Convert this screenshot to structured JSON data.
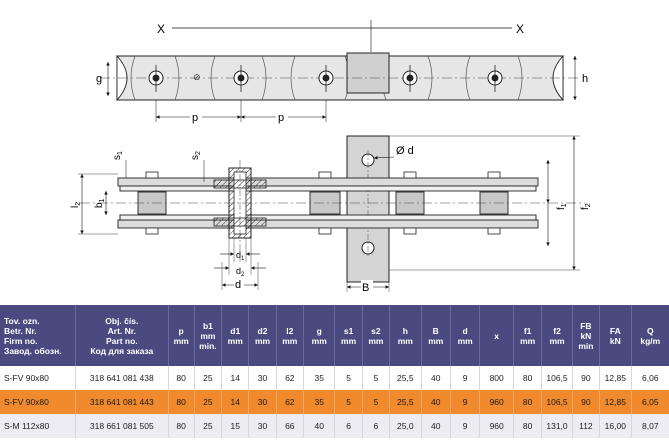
{
  "drawing": {
    "labels": {
      "x_left": "X",
      "x_right": "X",
      "g": "g",
      "h": "h",
      "p_left": "p",
      "p_right": "p",
      "s1": "s1",
      "s2": "s2",
      "l2": "l2",
      "b1": "b1",
      "d_dia": "Ø d",
      "f1": "f1",
      "f2": "f2",
      "d1": "d1",
      "d2": "d2",
      "d": "d",
      "B": "B"
    }
  },
  "table": {
    "headers": [
      {
        "key": "designation",
        "lines": [
          "Tov. ozn.",
          "Betr. Nr.",
          "Firm no.",
          "Завод. обозн."
        ]
      },
      {
        "key": "part_no",
        "lines": [
          "Obj. čís.",
          "Art. Nr.",
          "Part no.",
          "Код для заказа"
        ]
      },
      {
        "key": "p",
        "lines": [
          "p",
          "mm"
        ]
      },
      {
        "key": "b1",
        "lines": [
          "b1",
          "mm",
          "min."
        ]
      },
      {
        "key": "d1",
        "lines": [
          "d1",
          "mm"
        ]
      },
      {
        "key": "d2",
        "lines": [
          "d2",
          "mm"
        ]
      },
      {
        "key": "l2",
        "lines": [
          "l2",
          "mm"
        ]
      },
      {
        "key": "g",
        "lines": [
          "g",
          "mm"
        ]
      },
      {
        "key": "s1",
        "lines": [
          "s1",
          "mm"
        ]
      },
      {
        "key": "s2",
        "lines": [
          "s2",
          "mm"
        ]
      },
      {
        "key": "h",
        "lines": [
          "h",
          "mm"
        ]
      },
      {
        "key": "B",
        "lines": [
          "B",
          "mm"
        ]
      },
      {
        "key": "d",
        "lines": [
          "d",
          "mm"
        ]
      },
      {
        "key": "x",
        "lines": [
          "x"
        ]
      },
      {
        "key": "f1",
        "lines": [
          "f1",
          "mm"
        ]
      },
      {
        "key": "f2",
        "lines": [
          "f2",
          "mm"
        ]
      },
      {
        "key": "FB",
        "lines": [
          "FB",
          "kN",
          "min"
        ]
      },
      {
        "key": "FA",
        "lines": [
          "FA",
          "kN"
        ]
      },
      {
        "key": "Q",
        "lines": [
          "Q",
          "kg/m"
        ]
      }
    ],
    "rows": [
      [
        "S-FV  90x80",
        "318 641 081 438",
        "80",
        "25",
        "14",
        "30",
        "62",
        "35",
        "5",
        "5",
        "25,5",
        "40",
        "9",
        "800",
        "80",
        "106,5",
        "90",
        "12,85",
        "6,06"
      ],
      [
        "S-FV  90x80",
        "318 641 081 443",
        "80",
        "25",
        "14",
        "30",
        "62",
        "35",
        "5",
        "5",
        "25,5",
        "40",
        "9",
        "960",
        "80",
        "106,5",
        "90",
        "12,85",
        "6,05"
      ],
      [
        "S-M 112x80",
        "318 661 081 505",
        "80",
        "25",
        "15",
        "30",
        "66",
        "40",
        "6",
        "6",
        "25,0",
        "40",
        "9",
        "960",
        "80",
        "131,0",
        "112",
        "16,00",
        "8,07"
      ]
    ],
    "highlight_color": "#f08a2c",
    "header_color": "#4a4a80"
  }
}
